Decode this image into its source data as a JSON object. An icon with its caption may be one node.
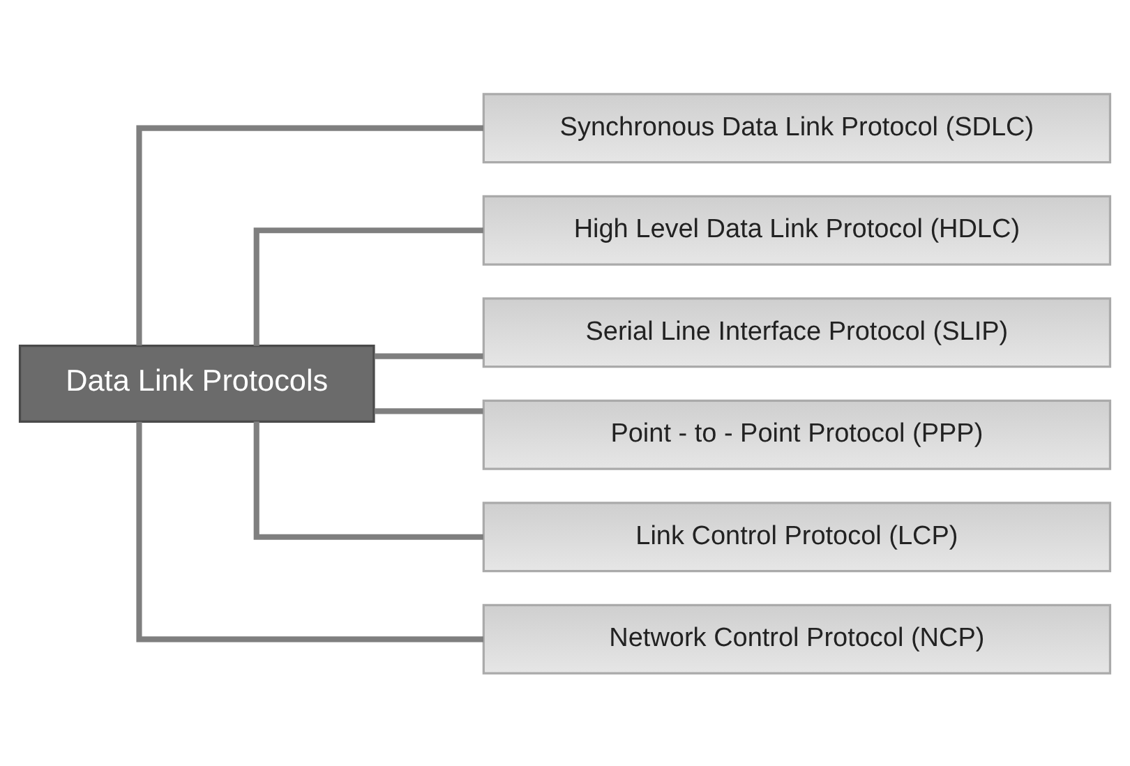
{
  "diagram": {
    "nodes": [
      {
        "text": [
          "Data Link Protocols"
        ]
      },
      {
        "text": [
          "Synchronous Data Link Protocol (SDLC)"
        ]
      },
      {
        "text": [
          "High Level Data Link Protocol (HDLC)"
        ]
      },
      {
        "text": [
          "Serial Line Interface Protocol (SLIP)"
        ]
      },
      {
        "text": [
          "Point - to - Point Protocol (PPP)"
        ]
      },
      {
        "text": [
          "Link Control Protocol (LCP)"
        ]
      },
      {
        "text": [
          "Network Control Protocol (NCP)"
        ]
      }
    ],
    "edges": [
      {
        "from": 0,
        "to": 1,
        "arrow": "none"
      },
      {
        "from": 0,
        "to": 2,
        "arrow": "none"
      },
      {
        "from": 0,
        "to": 3,
        "arrow": "none"
      },
      {
        "from": 0,
        "to": 4,
        "arrow": "none"
      },
      {
        "from": 0,
        "to": 5,
        "arrow": "none"
      },
      {
        "from": 0,
        "to": 6,
        "arrow": "none"
      }
    ]
  }
}
